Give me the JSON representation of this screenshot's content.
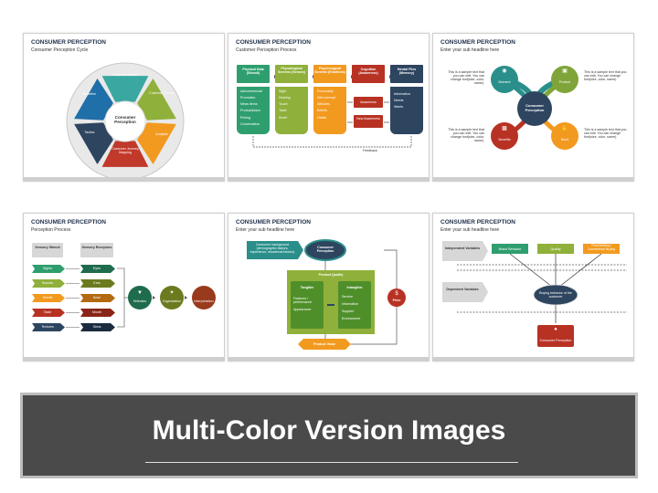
{
  "slide_title": "CONSUMER PERCEPTION",
  "s1": {
    "subtitle": "Consumer Perception Cycle",
    "center": "Consumer Perception",
    "segments": [
      "Customer Reach",
      "Customer Survey",
      "Analysis",
      "Customer Journey Mapping",
      "Tactics",
      "Redefine"
    ],
    "colors": [
      "#3aa7a0",
      "#8fb03a",
      "#f29a1f",
      "#c0392b",
      "#2e4560",
      "#1f6fa8"
    ]
  },
  "s2": {
    "subtitle": "Customer Perception Process",
    "headers": [
      "Physical Data (Stimuli)",
      "Physiological Screens (Senses)",
      "Psychological Screens (Emotions)",
      "Cognition (Awareness)",
      "Mental Files (Memory)"
    ],
    "col1": [
      "Ad/commercial",
      "Promotion",
      "News items",
      "Product/place",
      "Pricing",
      "Conversation"
    ],
    "col2": [
      "Sight",
      "Hearing",
      "Touch",
      "Taste",
      "Smell"
    ],
    "col3": [
      "Personality",
      "Self-concept",
      "Attitudes",
      "Beliefs",
      "Habits"
    ],
    "col4": [
      "Awareness",
      "New Awareness"
    ],
    "col5": [
      "Information",
      "Needs",
      "Wants"
    ],
    "feedback": "Feedback"
  },
  "s3": {
    "subtitle": "Enter your sub headline here",
    "center": "Consumer Perception",
    "nodes": [
      "Moment",
      "Product",
      "Benefits",
      "Need"
    ],
    "sample": "This is a sample text that you can edit. You can change font(size, color, name)."
  },
  "s4": {
    "subtitle": "Perception Process",
    "h1": "Sensory Stimuli",
    "h2": "Sensory Receptors",
    "stimuli": [
      "Sights",
      "Sounds",
      "Smells",
      "Taste",
      "Textures"
    ],
    "receptors": [
      "Eyes",
      "Ears",
      "Nose",
      "Mouth",
      "Skins"
    ],
    "circles": [
      "Selection",
      "Organization",
      "Interpretation"
    ]
  },
  "s5": {
    "subtitle": "Enter your sub headline here",
    "left_box": "Consumer background (demographic factors, experience, situational factors)",
    "top_node": "Consumer Perception",
    "quality": "Product Quality",
    "tangible": "Tangible",
    "tangible_items": [
      "Features / performance",
      "Appearance"
    ],
    "intangible": "Intangible",
    "intangible_items": [
      "Service",
      "Information",
      "Supplier",
      "Environment"
    ],
    "price": "Price",
    "value": "Product Value"
  },
  "s6": {
    "subtitle": "Enter your sub headline here",
    "independent": "Independent Variables",
    "dependent": "Dependent Variables",
    "vars": [
      "Brand Behavior",
      "Quality",
      "Price/Delivery/ Convenience Buying"
    ],
    "center": "Buying behavior of the customer",
    "result": "Consumer Perception"
  },
  "banner": {
    "text": "Multi-Color Version Images"
  }
}
